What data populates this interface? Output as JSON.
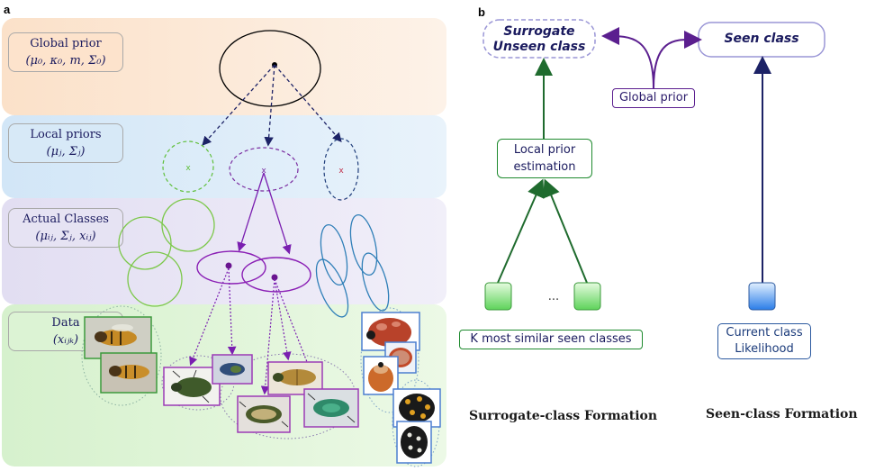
{
  "panel_a": {
    "letter": "a",
    "bands": [
      {
        "label_line1": "Global prior",
        "label_line2": "(μ₀, κ₀, m, Σ₀)",
        "color": "#fde3cc"
      },
      {
        "label_line1": "Local priors",
        "label_line2": "(μⱼ, Σⱼ)",
        "color": "#d7e9f7"
      },
      {
        "label_line1": "Actual Classes",
        "label_line2": "(μᵢⱼ, Σⱼ, xᵢⱼ)",
        "color": "#e6e3f3"
      },
      {
        "label_line1": "Data",
        "label_line2": "(xᵢⱼₖ)",
        "color": "#dcf3d4"
      }
    ],
    "colors": {
      "global": "#000000",
      "local_green": "#5fbf3a",
      "local_purple": "#7a2ca0",
      "local_blue": "#1f3d7a",
      "class_green": "#7cc84a",
      "class_purple": "#8a1fb5",
      "class_blue": "#2f7fb8",
      "thumb_green": "#3c9a3c",
      "thumb_purple": "#9b3bb5",
      "thumb_blue": "#4c7fd0"
    }
  },
  "panel_b": {
    "letter": "b",
    "surrogate_line1": "Surrogate",
    "surrogate_line2": "Unseen class",
    "seen_class": "Seen class",
    "global_prior": "Global prior",
    "local_prior_line1": "Local prior",
    "local_prior_line2": "estimation",
    "ellipsis": "...",
    "k_most_similar": "K most similar seen classes",
    "current_class_line1": "Current class",
    "current_class_line2": "Likelihood",
    "surrogate_formation": "Surrogate-class Formation",
    "seen_formation": "Seen-class Formation",
    "colors": {
      "green": "#1e8a2e",
      "dark_green_arrow": "#1f6b2e",
      "purple": "#5b1f8f",
      "navy": "#1c2266",
      "seen_border": "#9a96d6",
      "blue_box": "#2c5aa0"
    }
  }
}
